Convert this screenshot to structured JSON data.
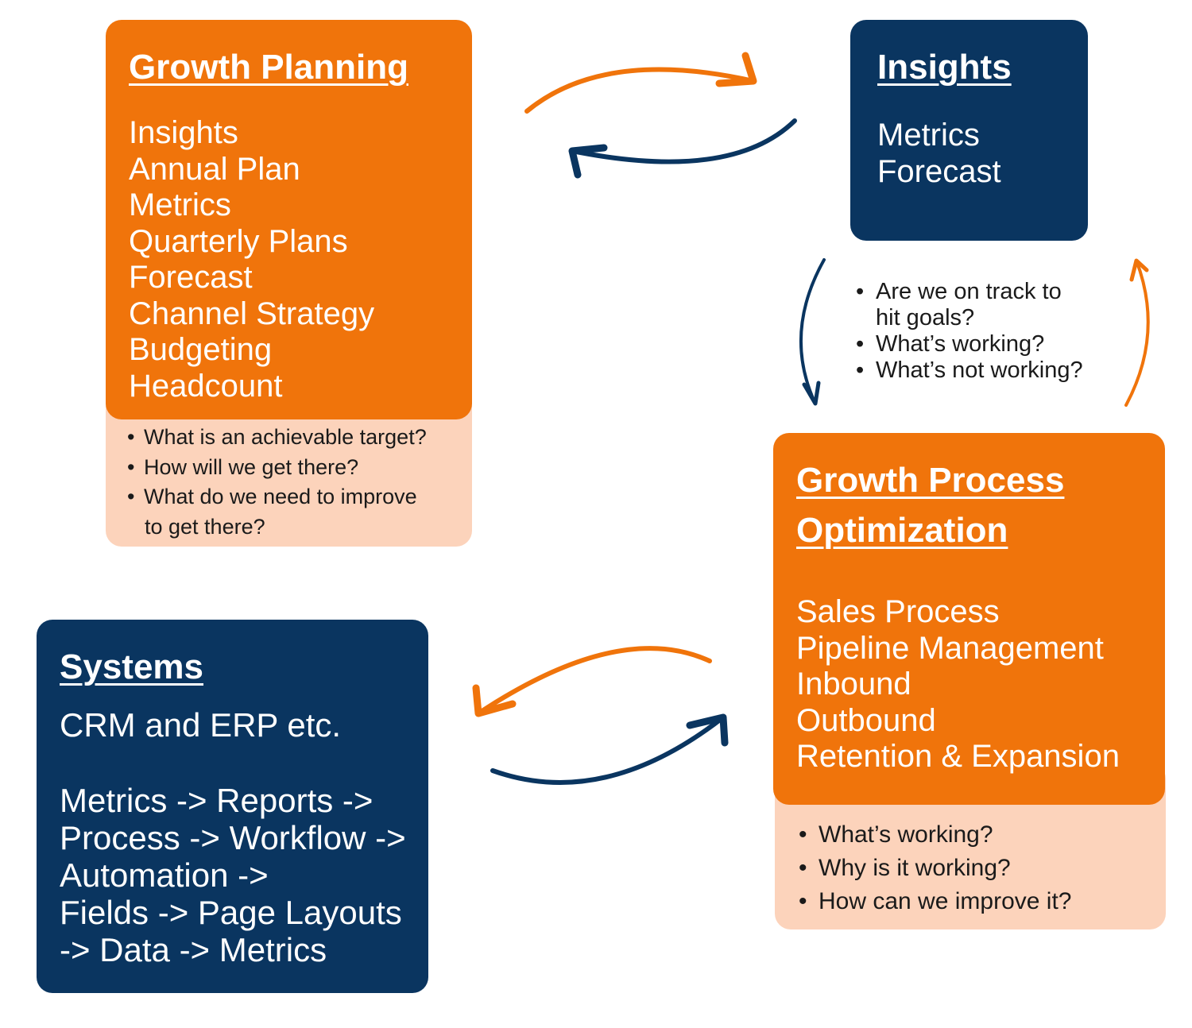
{
  "colors": {
    "orange": "#F0740B",
    "navy": "#0A3560",
    "peach": "#FCD3BB"
  },
  "growth_planning": {
    "title": "Growth Planning",
    "items": [
      "Insights",
      "Annual Plan",
      "Metrics",
      "Quarterly Plans",
      "Forecast",
      "Channel Strategy",
      "Budgeting",
      "Headcount"
    ],
    "questions": [
      "What is an achievable target?",
      "How will we get there?",
      "What do we need to improve",
      "to get there?"
    ]
  },
  "insights": {
    "title": "Insights",
    "items": [
      "Metrics",
      "Forecast"
    ],
    "questions": [
      "Are we on track to",
      "hit goals?",
      "What’s working?",
      "What’s not working?"
    ]
  },
  "growth_process": {
    "title_line1": "Growth Process",
    "title_line2": "Optimization",
    "items": [
      "Sales Process",
      "Pipeline Management",
      "Inbound",
      "Outbound",
      "Retention & Expansion"
    ],
    "questions": [
      "What’s working?",
      "Why is it working?",
      "How can we improve it?"
    ]
  },
  "systems": {
    "title": "Systems",
    "subtitle": "CRM and ERP etc.",
    "lines": [
      "Metrics -> Reports ->",
      "Process -> Workflow ->",
      "Automation ->",
      "Fields -> Page Layouts",
      "-> Data -> Metrics"
    ]
  }
}
